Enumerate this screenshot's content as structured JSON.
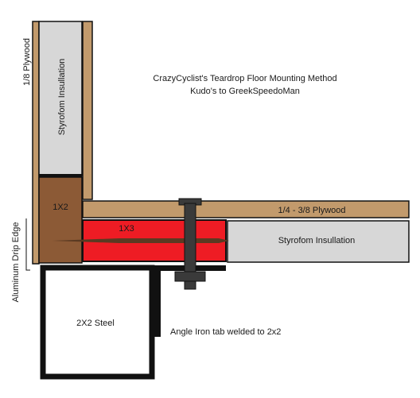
{
  "title": {
    "line1": "CrazyCyclist's Teardrop Floor Mounting Method",
    "line2": "Kudo's to GreekSpeedoMan"
  },
  "labels": {
    "plywood_wall": "1/8 Plywood",
    "styrofoam_wall": "Styrofom Insullation",
    "block_1x2": "1X2",
    "block_1x3": "1X3",
    "floor_plywood": "1/4 - 3/8 Plywood",
    "styrofoam_floor": "Styrofom Insullation",
    "drip_edge": "Aluminum Drip Edge",
    "steel_2x2": "2X2 Steel",
    "angle_iron": "Angle Iron tab welded to 2x2"
  },
  "colors": {
    "wood": "#c29a6c",
    "wood_dark": "#8c5a36",
    "styrofoam": "#d7d7d7",
    "red_block": "#ee1c24",
    "outline": "#111111",
    "bolt": "#3a3a3a",
    "screw": "#5a3a22"
  }
}
